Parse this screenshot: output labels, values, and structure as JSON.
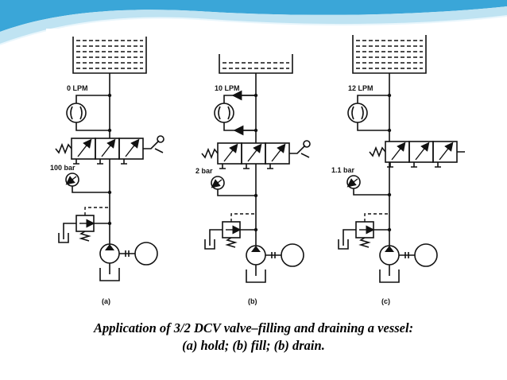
{
  "theme": {
    "accent": "#3aa6d8",
    "light_accent": "#bfe3f2",
    "background": "#ffffff"
  },
  "circuits": [
    {
      "flow": "0 LPM",
      "pressure": "100 bar",
      "sublabel": "(a)"
    },
    {
      "flow": "10 LPM",
      "pressure": "2 bar",
      "sublabel": "(b)"
    },
    {
      "flow": "12 LPM",
      "pressure": "1.1 bar",
      "sublabel": "(c)"
    }
  ],
  "caption": {
    "line1": "Application of 3/2 DCV valve–filling and draining a vessel:",
    "line2": "(a) hold; (b) fill; (b) drain."
  }
}
